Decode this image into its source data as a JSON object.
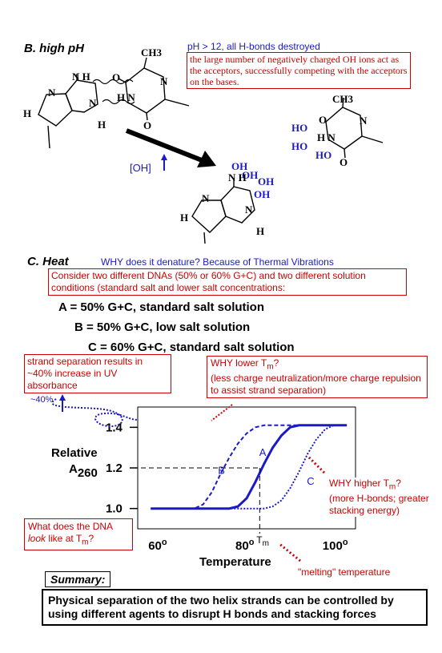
{
  "section_b": {
    "title": "B. high pH",
    "ph_note": "pH > 12, all H-bonds destroyed",
    "oh_explanation": "the large number of negatively charged OH ions act as the acceptors, successfully competing with the acceptors on the bases.",
    "oh_arrow_label": "[OH]",
    "labels": {
      "ch3": "CH3",
      "nh": "N H",
      "n": "N",
      "h": "H",
      "o": "O",
      "ho": "HO",
      "oh": "OH",
      "hn": "H N"
    }
  },
  "section_c": {
    "title": "C. Heat",
    "question": "WHY does it denature?  Because of Thermal Vibrations",
    "intro": "Consider two different DNAs (50% or 60% G+C) and two different solution conditions (standard salt and lower salt concentrations:",
    "conditions": {
      "a": "A = 50% G+C, standard salt solution",
      "b": "B = 50% G+C, low salt solution",
      "c": "C = 60% G+C, standard salt solution"
    }
  },
  "annotations": {
    "strand_separation": "strand separation results in ~40% increase in UV absorbance",
    "percent_40": "~40%",
    "why_lower_a": "WHY lower T",
    "why_lower_sub": "m",
    "why_lower_b": "?",
    "why_lower_reason": "(less charge neutralization/more charge repulsion to assist strand separation)",
    "why_higher_a": "WHY higher T",
    "why_higher_sub": "m",
    "why_higher_b": "?",
    "why_higher_reason": "(more H-bonds; greater stacking energy)",
    "dna_look_a": "What does the DNA ",
    "dna_look_italic": "look",
    "dna_look_b": " like at T",
    "dna_look_sub": "m",
    "dna_look_c": "?",
    "melting": "\"melting\" temperature"
  },
  "chart_data": {
    "type": "line",
    "xlabel": "Temperature",
    "ylabel_a": "Relative",
    "ylabel_b": "A",
    "ylabel_sub": "260",
    "xticks": [
      "60",
      "80",
      "100"
    ],
    "xtick_sup": "o",
    "xlim": [
      55,
      105
    ],
    "ylim": [
      0.9,
      1.5
    ],
    "yticks": [
      "1.0",
      "1.2",
      "1.4"
    ],
    "tm_label": "T",
    "tm_sub": "m",
    "tm": 83,
    "series": [
      {
        "name": "B",
        "style": "dashed",
        "x": [
          58,
          68,
          70,
          72,
          74,
          76,
          78,
          80,
          82,
          84,
          103
        ],
        "y": [
          1.0,
          1.0,
          1.02,
          1.08,
          1.17,
          1.25,
          1.32,
          1.37,
          1.4,
          1.41,
          1.41
        ]
      },
      {
        "name": "A",
        "style": "solid",
        "x": [
          58,
          76,
          78,
          80,
          82,
          84,
          86,
          88,
          90,
          92,
          103
        ],
        "y": [
          1.0,
          1.0,
          1.01,
          1.05,
          1.13,
          1.22,
          1.3,
          1.36,
          1.4,
          1.41,
          1.41
        ]
      },
      {
        "name": "C",
        "style": "dotted",
        "x": [
          58,
          84,
          86,
          88,
          90,
          92,
          94,
          96,
          98,
          100,
          103
        ],
        "y": [
          1.0,
          1.0,
          1.01,
          1.04,
          1.1,
          1.18,
          1.27,
          1.34,
          1.39,
          1.41,
          1.41
        ]
      }
    ]
  },
  "summary": {
    "label": "Summary:",
    "text": "Physical separation of the two helix strands can be controlled by using different agents to disrupt H bonds and stacking forces"
  }
}
